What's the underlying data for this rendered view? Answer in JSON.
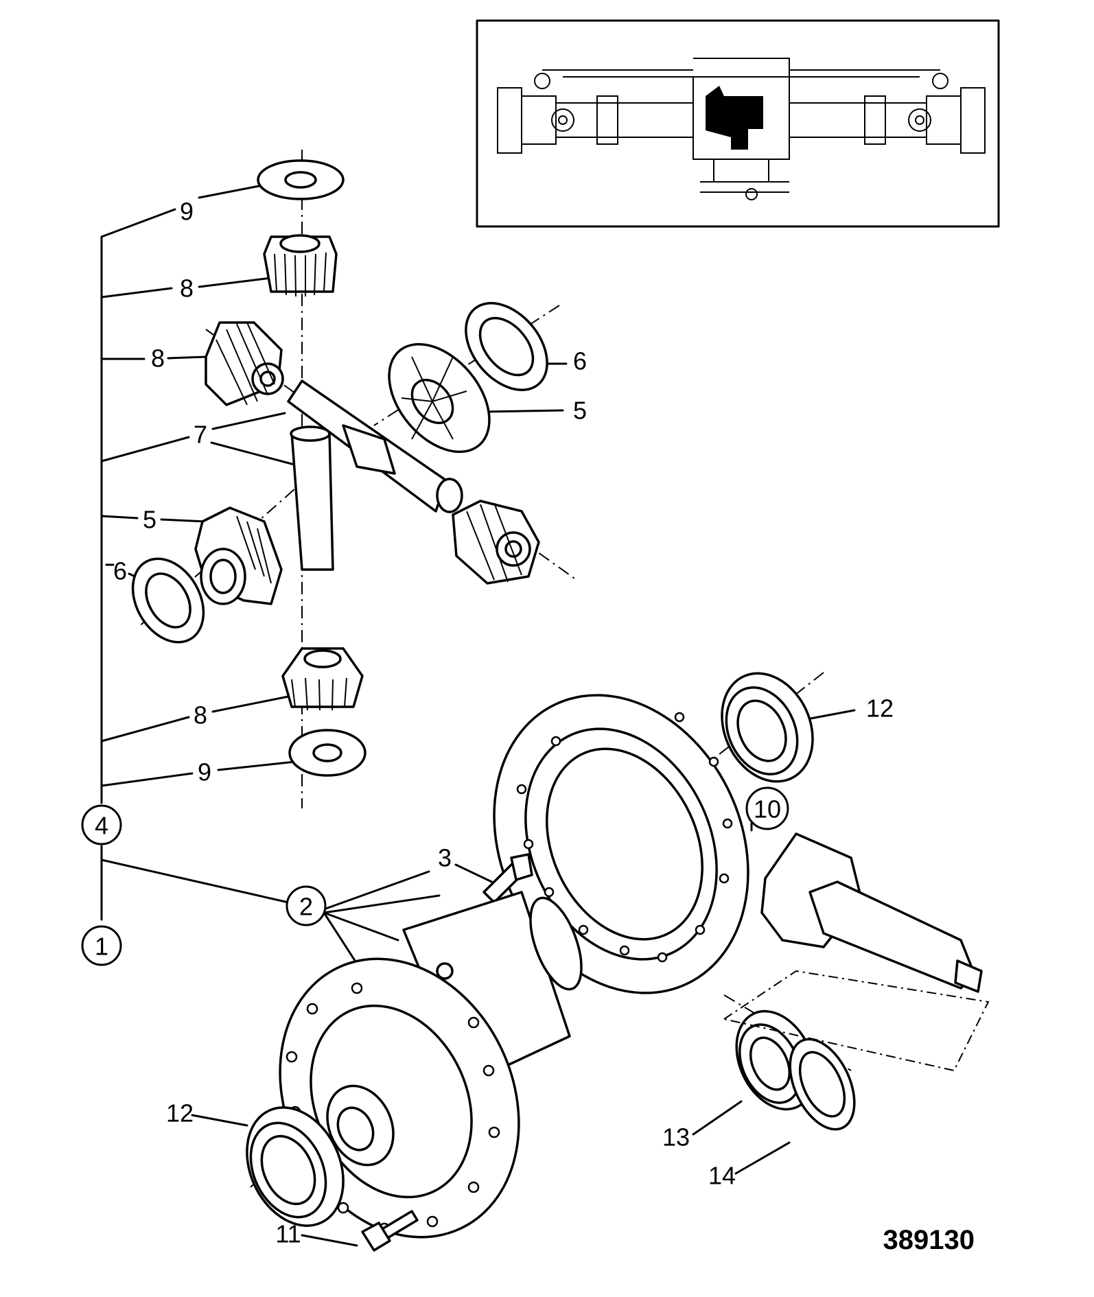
{
  "drawing_number": "389130",
  "callouts": [
    {
      "id": "c9a",
      "text": "9",
      "circled": false
    },
    {
      "id": "c8a",
      "text": "8",
      "circled": false
    },
    {
      "id": "c8b",
      "text": "8",
      "circled": false
    },
    {
      "id": "c7",
      "text": "7",
      "circled": false
    },
    {
      "id": "c5a",
      "text": "5",
      "circled": false
    },
    {
      "id": "c6a",
      "text": "6",
      "circled": false
    },
    {
      "id": "c6b",
      "text": "6",
      "circled": false
    },
    {
      "id": "c5b",
      "text": "5",
      "circled": false
    },
    {
      "id": "c8c",
      "text": "8",
      "circled": false
    },
    {
      "id": "c9b",
      "text": "9",
      "circled": false
    },
    {
      "id": "c4",
      "text": "4",
      "circled": true
    },
    {
      "id": "c2",
      "text": "2",
      "circled": true
    },
    {
      "id": "c1",
      "text": "1",
      "circled": true
    },
    {
      "id": "c3",
      "text": "3",
      "circled": false
    },
    {
      "id": "c10",
      "text": "10",
      "circled": true
    },
    {
      "id": "c12a",
      "text": "12",
      "circled": false
    },
    {
      "id": "c12b",
      "text": "12",
      "circled": false
    },
    {
      "id": "c13",
      "text": "13",
      "circled": false
    },
    {
      "id": "c14",
      "text": "14",
      "circled": false
    },
    {
      "id": "c11",
      "text": "11",
      "circled": false
    }
  ]
}
